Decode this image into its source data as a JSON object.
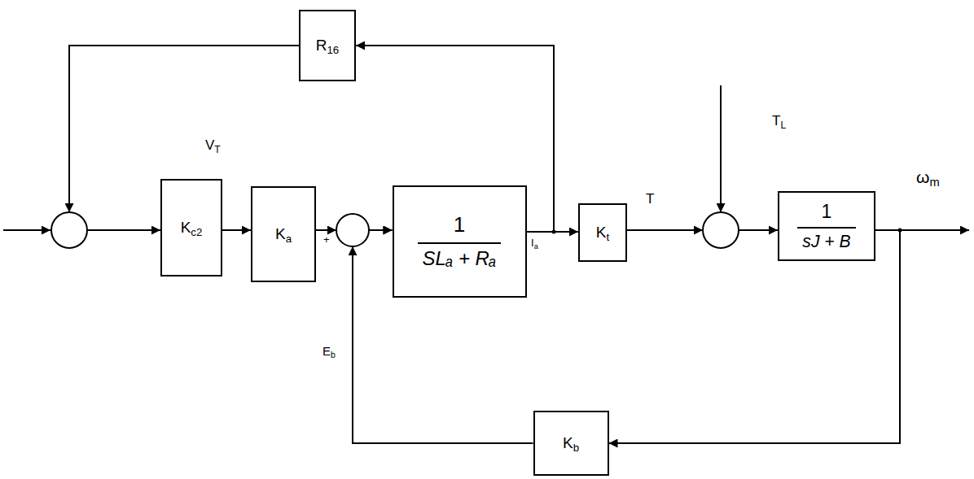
{
  "diagram": {
    "nodes": [
      {
        "text": [
          "R16"
        ]
      },
      {
        "text": [
          "Kc2"
        ]
      },
      {
        "text": [
          "Ka"
        ]
      },
      {
        "text": [
          "1",
          "SLₐ + Rₐ"
        ]
      },
      {
        "text": [
          "Kt"
        ]
      },
      {
        "text": [
          "1",
          "sJ + B"
        ]
      },
      {
        "text": [
          "Kb"
        ]
      }
    ],
    "edges": [
      {
        "from": 1,
        "to": 2,
        "arrow": "to"
      },
      {
        "from": 2,
        "to": 3,
        "arrow": "to"
      },
      {
        "from": 3,
        "to": 4,
        "arrow": "to"
      },
      {
        "from": 4,
        "to": 5,
        "arrow": "to"
      },
      {
        "from": 3,
        "to": 0,
        "arrow": "to"
      },
      {
        "from": 0,
        "to": 1,
        "arrow": "to"
      },
      {
        "from": 5,
        "to": 6,
        "arrow": "to"
      },
      {
        "from": 6,
        "to": 3,
        "arrow": "to"
      }
    ],
    "labels": [
      "VT",
      "Ia",
      "T",
      "TL",
      "ωm",
      "Eb",
      "+"
    ]
  }
}
